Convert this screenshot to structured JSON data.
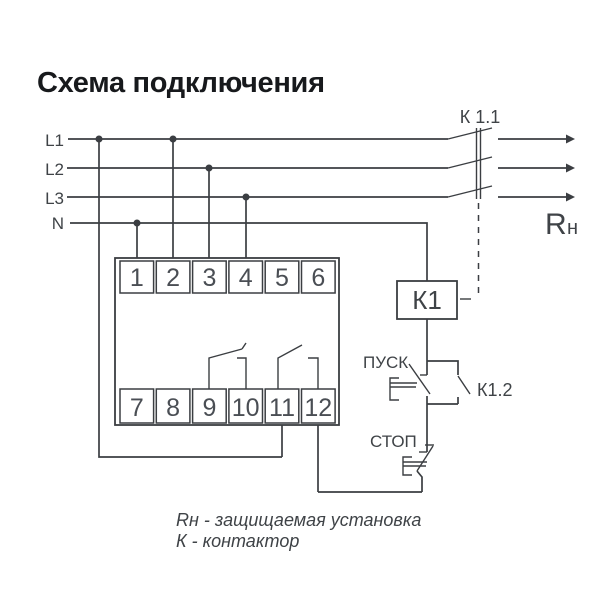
{
  "title": "Схема подключения",
  "colors": {
    "line": "#3b3e42",
    "text": "#3f4347",
    "title": "#17191c",
    "terminal": "#4a4e54",
    "background": "#ffffff"
  },
  "phases": [
    "L1",
    "L2",
    "L3",
    "N"
  ],
  "contactor": {
    "main_contact_label": "К 1.1",
    "coil_label": "К1",
    "aux_contact_label": "К1.2"
  },
  "buttons": {
    "start": "ПУСК",
    "stop": "СТОП"
  },
  "load_label": {
    "main": "R",
    "sub": "н"
  },
  "device": {
    "terminals_top": [
      "1",
      "2",
      "3",
      "4",
      "5",
      "6"
    ],
    "terminals_bottom": [
      "7",
      "8",
      "9",
      "10",
      "11",
      "12"
    ]
  },
  "legend": [
    "Rн - защищаемая установка",
    "К - контактор"
  ]
}
